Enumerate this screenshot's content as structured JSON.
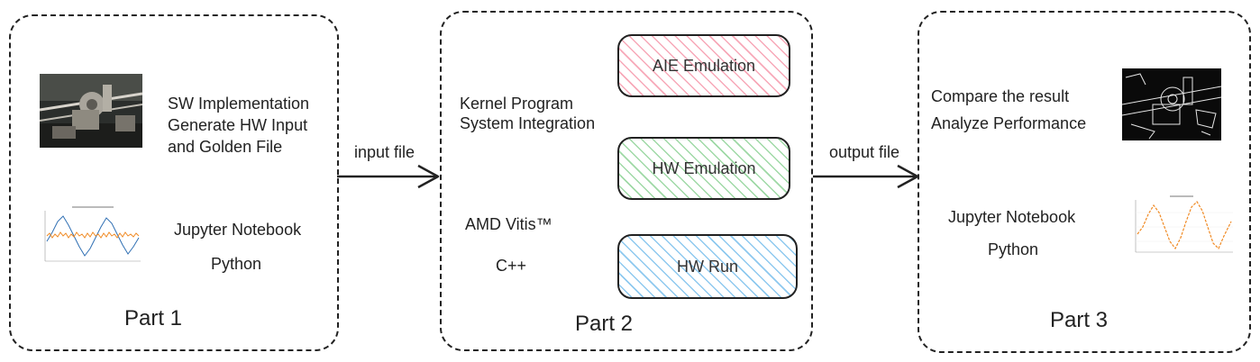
{
  "part1": {
    "label": "Part 1",
    "desc_lines": [
      "SW Implementation",
      "Generate HW Input",
      "and Golden File"
    ],
    "tool_lines": [
      "Jupyter Notebook",
      "Python"
    ]
  },
  "part2": {
    "label": "Part 2",
    "desc_lines": [
      "Kernel Program",
      "System Integration"
    ],
    "tool_lines": [
      "AMD Vitis™",
      "C++"
    ],
    "stages": [
      "AIE Emulation",
      "HW Emulation",
      "HW Run"
    ]
  },
  "part3": {
    "label": "Part 3",
    "desc_lines": [
      "Compare the result",
      "Analyze Performance"
    ],
    "tool_lines": [
      "Jupyter Notebook",
      "Python"
    ]
  },
  "arrows": {
    "input": "input file",
    "output": "output file"
  },
  "colors": {
    "aie": "#f7a8b8",
    "hw_emulation": "#9fd9a6",
    "hw_run": "#8ec9ef"
  },
  "images": {
    "part1_photo": "machine-photo",
    "part1_plot": "signal-plot",
    "part3_photo": "edge-detected-photo",
    "part3_plot": "result-plot"
  }
}
